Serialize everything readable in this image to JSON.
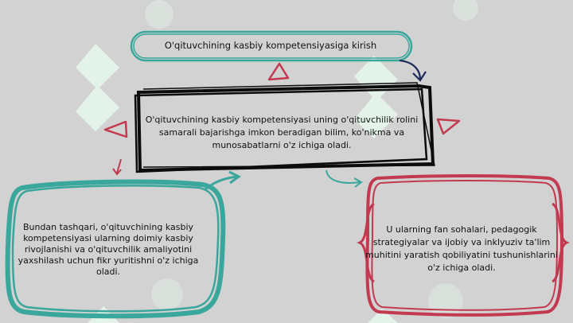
{
  "title": {
    "text": "O'qituvchining kasbiy kompetensiyasiga kirish"
  },
  "center": {
    "text": "O'qituvchining kasbiy kompetensiyasi uning o'qituvchilik rolini samarali bajarishga imkon beradigan bilim, ko'nikma va munosabatlarni o'z ichiga oladi."
  },
  "left_box": {
    "text": "Bundan tashqari, o'qituvchining kasbiy kompetensiyasi ularning doimiy kasbiy rivojlanishi va o'qituvchilik amaliyotini yaxshilash uchun fikr yuritishni o'z ichiga oladi."
  },
  "right_box": {
    "text": "U ularning fan sohalari, pedagogik strategiyalar va ijobiy va inklyuziv ta'lim muhitini yaratish qobiliyatini tushunishlarini o'z ichiga oladi."
  },
  "colors": {
    "background": "#d2d2d2",
    "teal": "#3aa79c",
    "black": "#0c0c0c",
    "crimson": "#c23a50",
    "navy": "#1e2a5a",
    "watermark": "#e8f7ee"
  }
}
